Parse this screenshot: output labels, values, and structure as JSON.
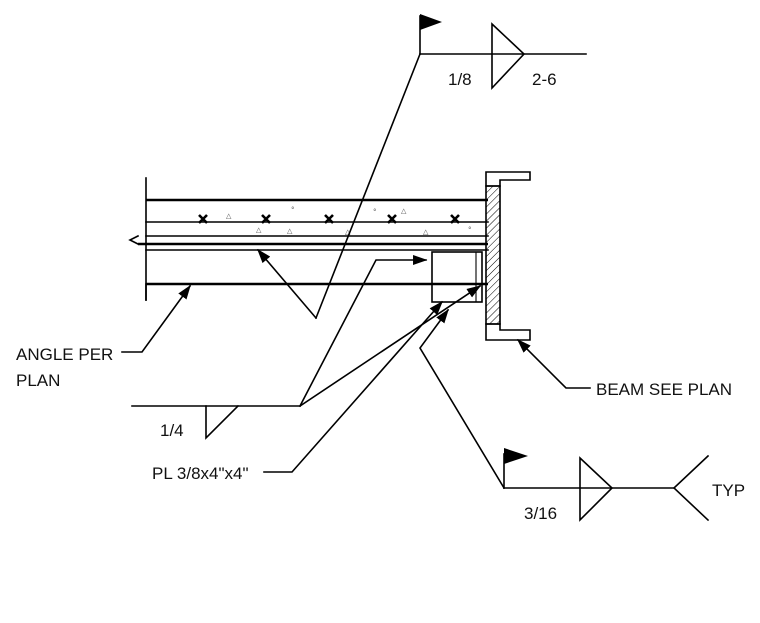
{
  "labels": {
    "weld_top_size": "1/8",
    "weld_top_length": "2-6",
    "angle_line1": "ANGLE PER",
    "angle_line2": "PLAN",
    "weld_left_size": "1/4",
    "plate": "PL 3/8x4\"x4\"",
    "beam": "BEAM SEE PLAN",
    "weld_bottom_size": "3/16",
    "weld_bottom_tail": "TYP"
  },
  "colors": {
    "ink": "#000000",
    "background": "#ffffff"
  }
}
